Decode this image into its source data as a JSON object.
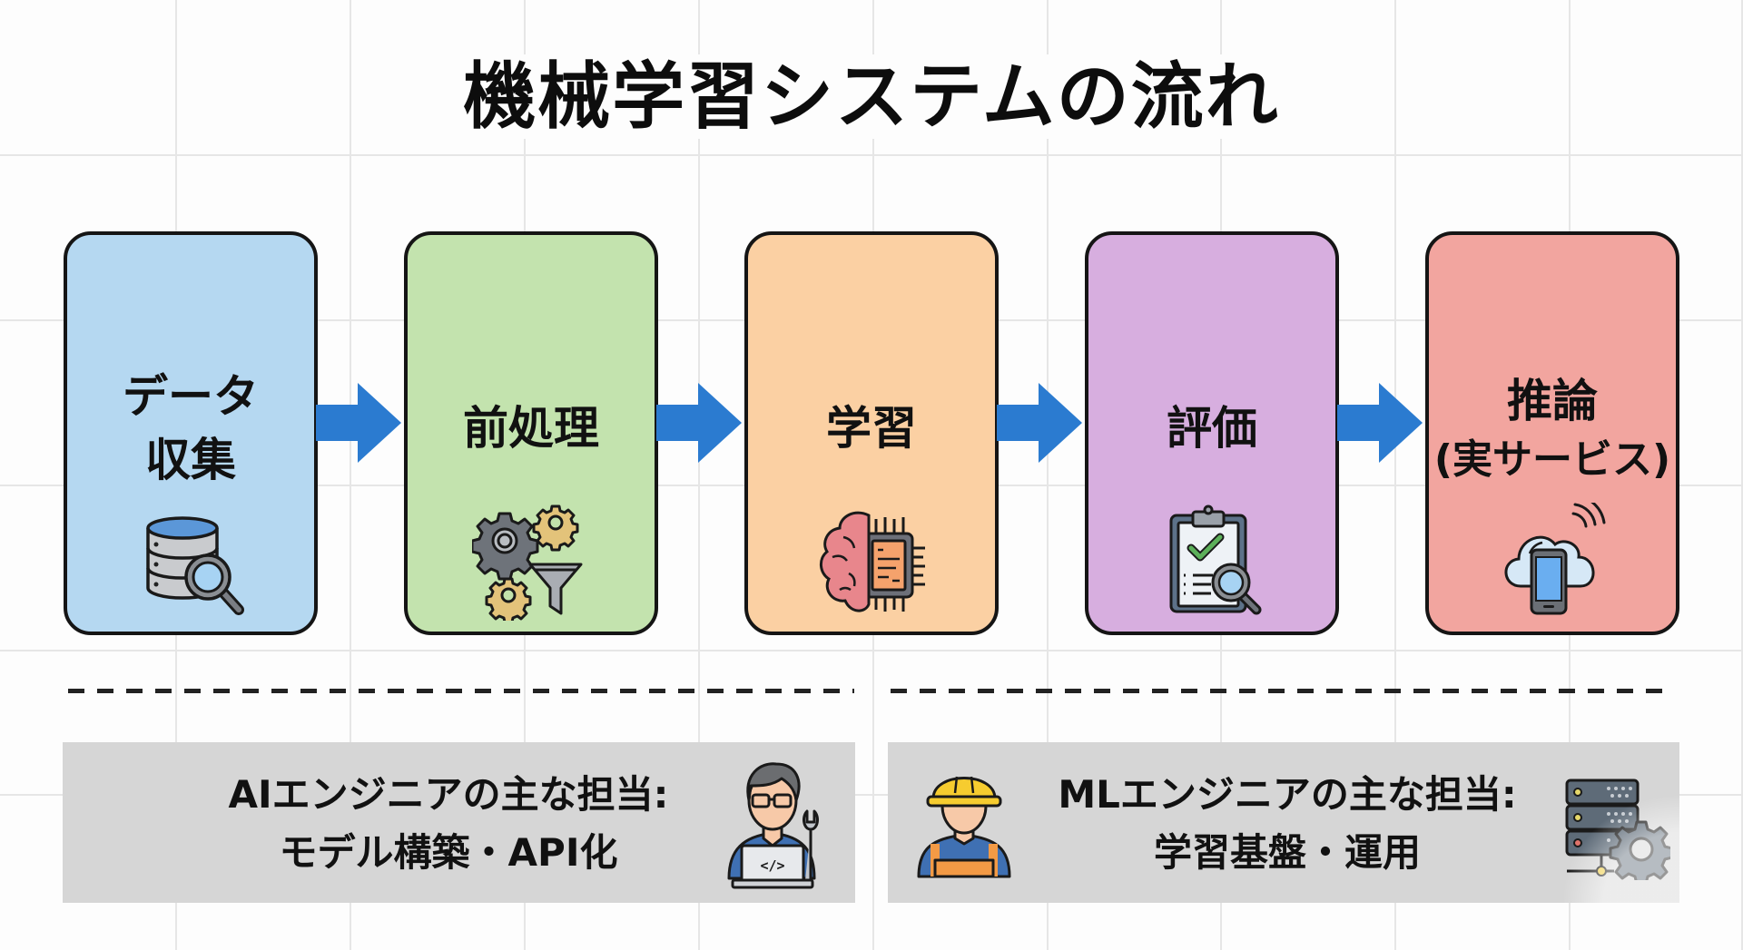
{
  "title": "機械学習システムの流れ",
  "colors": {
    "arrow": "#2b7bd0",
    "border": "#151515",
    "role_bg": "#d6d6d6"
  },
  "stages": [
    {
      "line1": "データ",
      "line2": "収集",
      "icon": "database-search-icon",
      "color": "#b5d8f1"
    },
    {
      "line1": "前処理",
      "line2": "",
      "icon": "gears-funnel-icon",
      "color": "#c3e3ae"
    },
    {
      "line1": "学習",
      "line2": "",
      "icon": "brain-chip-icon",
      "color": "#fbd0a3"
    },
    {
      "line1": "評価",
      "line2": "",
      "icon": "clipboard-check-icon",
      "color": "#d7aedf"
    },
    {
      "line1": "推論",
      "line2": "(実サービス)",
      "icon": "cloud-smartphone-icon",
      "color": "#f2a59f"
    }
  ],
  "roles": [
    {
      "line1": "AIエンジニアの主な担当:",
      "line2": "モデル構築・API化",
      "icon": "developer-person-icon"
    },
    {
      "line1": "MLエンジニアの主な担当:",
      "line2": "学習基盤・運用",
      "icon": "worker-helmet-icon",
      "icon2": "server-gear-icon"
    }
  ]
}
